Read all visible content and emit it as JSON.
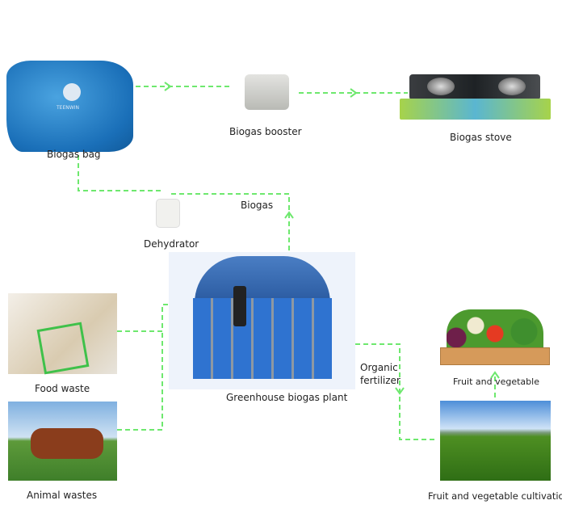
{
  "nodes": {
    "biogas_bag": {
      "label": "Biogas bag",
      "brand": "TEENWIN"
    },
    "biogas_booster": {
      "label": "Biogas booster"
    },
    "biogas_stove": {
      "label": "Biogas stove"
    },
    "dehydrator": {
      "label": "Dehydrator"
    },
    "greenhouse_plant": {
      "label": "Greenhouse biogas plant"
    },
    "food_waste": {
      "label": "Food waste"
    },
    "animal_wastes": {
      "label": "Animal wastes"
    },
    "fruit_vegetable": {
      "label": "Fruit and vegetable"
    },
    "cultivation": {
      "label": "Fruit and vegetable cultivation"
    }
  },
  "edges": {
    "biogas": {
      "label": "Biogas"
    },
    "fertilizer": {
      "label_line1": "Organic",
      "label_line2": "fertilizer"
    }
  },
  "colors": {
    "flow_line": "#6ee86e"
  }
}
